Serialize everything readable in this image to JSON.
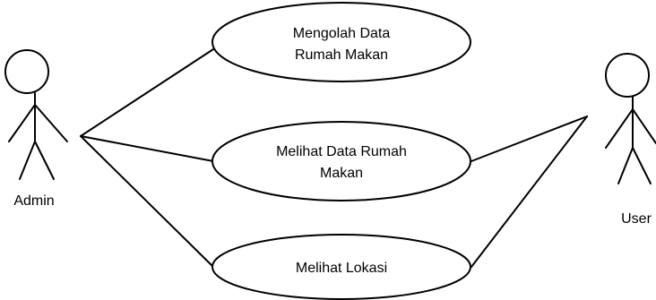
{
  "actors": [
    {
      "id": "admin",
      "label": "Admin"
    },
    {
      "id": "user",
      "label": "User"
    }
  ],
  "use_cases": [
    {
      "id": "uc1",
      "lines": [
        "Mengolah Data",
        "Rumah Makan"
      ]
    },
    {
      "id": "uc2",
      "lines": [
        "Melihat Data Rumah",
        "Makan"
      ]
    },
    {
      "id": "uc3",
      "lines": [
        "Melihat Lokasi"
      ]
    }
  ],
  "associations": [
    {
      "from": "admin",
      "to": "uc1"
    },
    {
      "from": "admin",
      "to": "uc2"
    },
    {
      "from": "admin",
      "to": "uc3"
    },
    {
      "from": "user",
      "to": "uc2"
    },
    {
      "from": "user",
      "to": "uc3"
    }
  ]
}
